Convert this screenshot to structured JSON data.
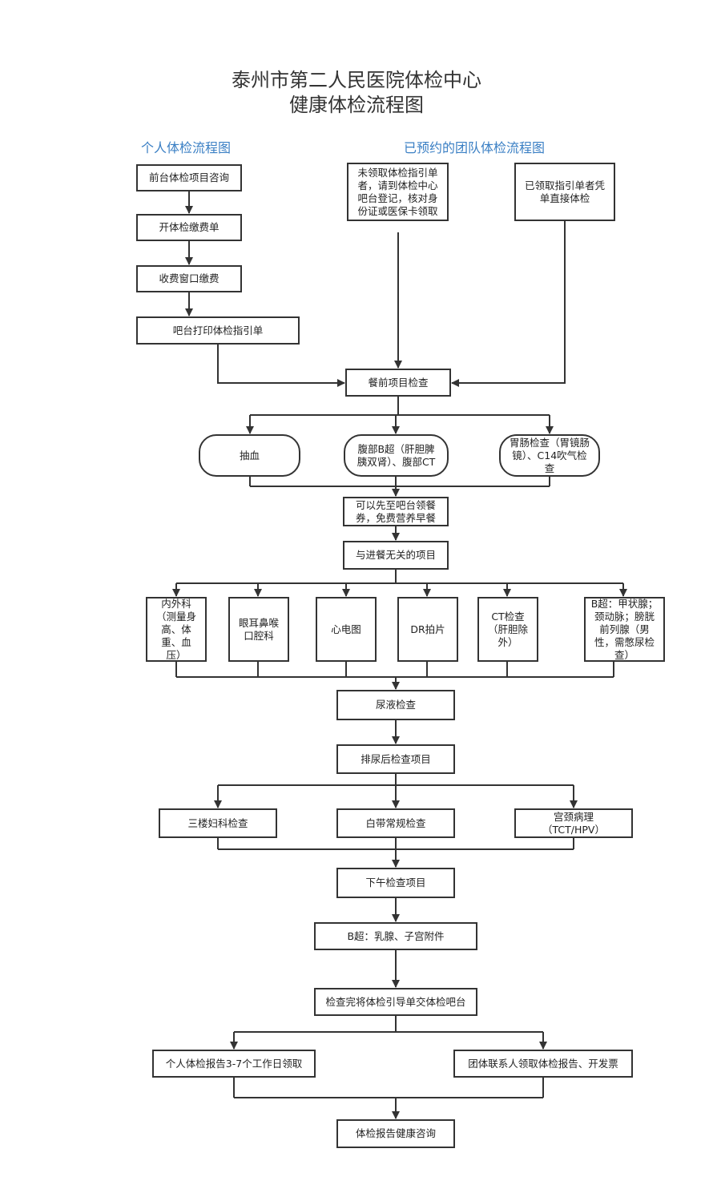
{
  "title": {
    "line1": "泰州市第二人民医院体检中心",
    "line2": "健康体检流程图"
  },
  "sections": {
    "personal": "个人体检流程图",
    "group": "已预约的团队体检流程图"
  },
  "nodes": {
    "front_desk": "前台体检项目咨询",
    "open_bill": "开体检缴费单",
    "pay": "收费窗口缴费",
    "print_guide": "吧台打印体检指引单",
    "group_no_guide": "未领取体检指引单者，请到体检中心吧台登记，核对身份证或医保卡领取",
    "group_has_guide": "已领取指引单者凭单直接体检",
    "pre_meal": "餐前项目检查",
    "blood": "抽血",
    "abdomen_b": "腹部B超（肝胆脾胰双肾）、腹部CT",
    "gastro": "胃肠检查（胃镜肠镜）、C14吹气检查",
    "breakfast": "可以先至吧台领餐券，免费营养早餐",
    "meal_independent": "与进餐无关的项目",
    "internal": "内外科（测量身高、体重、血压）",
    "ent": "眼耳鼻喉口腔科",
    "ecg": "心电图",
    "dr": "DR拍片",
    "ct": "CT检查（肝胆除外）",
    "b_thyroid": "B超：甲状腺；颈动脉；膀胱前列腺（男性，需憋尿检查）",
    "urine": "尿液检查",
    "after_urine": "排尿后检查项目",
    "gyn": "三楼妇科检查",
    "leucorrhea": "白带常规检查",
    "cervical": "宫颈病理（TCT/HPV）",
    "afternoon": "下午检查项目",
    "b_breast": "B超：乳腺、子宫附件",
    "submit": "检查完将体检引导单交体检吧台",
    "report_personal": "个人体检报告3-7个工作日领取",
    "report_group": "团体联系人领取体检报告、开发票",
    "consult": "体检报告健康咨询"
  },
  "colors": {
    "section_title": "#3a7fc4",
    "line": "#333333"
  }
}
